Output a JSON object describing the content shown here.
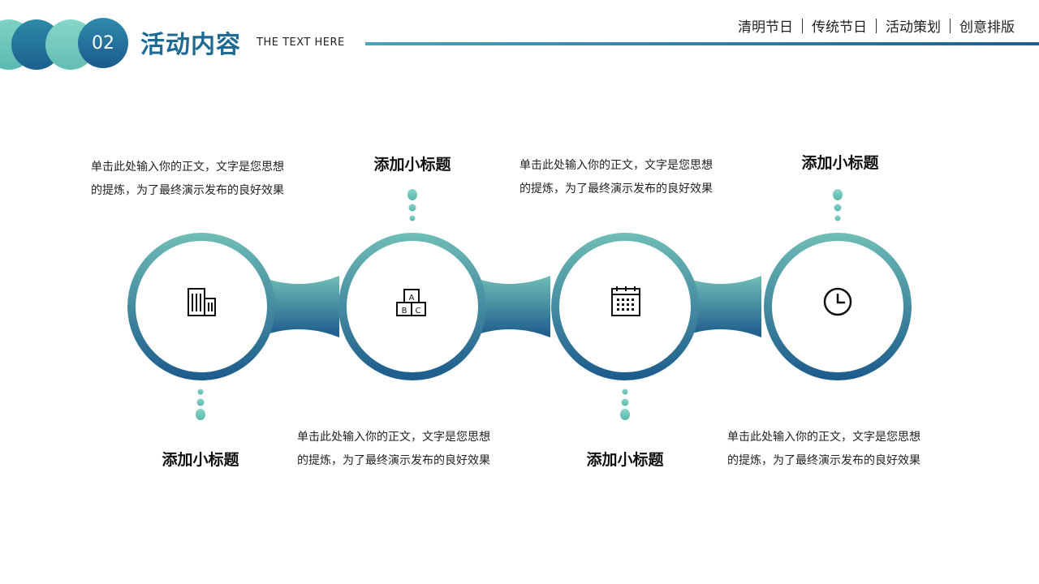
{
  "header": {
    "number": "02",
    "title": "活动内容",
    "subtitle": "THE TEXT HERE",
    "nav": [
      "清明节日",
      "传统节日",
      "活动策划",
      "创意排版"
    ]
  },
  "colors": {
    "teal": "#6cc7bb",
    "blue": "#1e5f8e",
    "ring_light": "#6fbdb6",
    "ring_dark": "#1c5a8c"
  },
  "steps": [
    {
      "icon": "building-icon",
      "subtitle": "添加小标题",
      "text_line1": "单击此处输入你的正文，文字是您思想",
      "text_line2": "的提炼，为了最终演示发布的良好效果"
    },
    {
      "icon": "abc-blocks-icon",
      "subtitle": "添加小标题",
      "text_line1": "单击此处输入你的正文，文字是您思想",
      "text_line2": "的提炼，为了最终演示发布的良好效果"
    },
    {
      "icon": "calendar-icon",
      "subtitle": "添加小标题",
      "text_line1": "单击此处输入你的正文，文字是您思想",
      "text_line2": "的提炼，为了最终演示发布的良好效果"
    },
    {
      "icon": "clock-icon",
      "subtitle": "添加小标题",
      "text_line1": "单击此处输入你的正文，文字是您思想",
      "text_line2": "的提炼，为了最终演示发布的良好效果"
    }
  ]
}
